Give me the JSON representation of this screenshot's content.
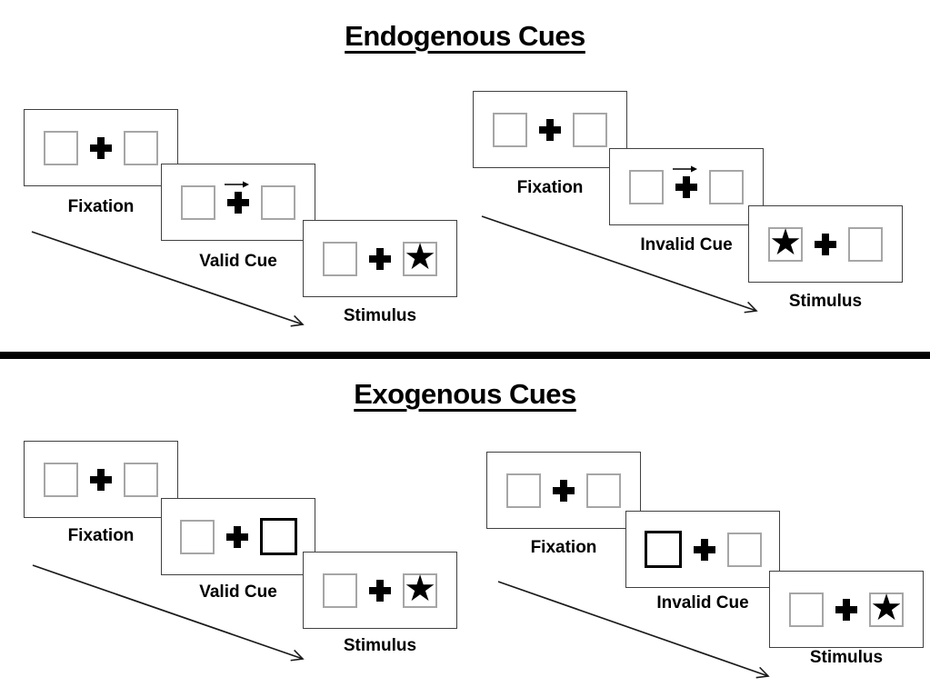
{
  "colors": {
    "background": "#ffffff",
    "ink": "#000000",
    "panel_border": "#404040",
    "square_border": "#a6a6a6",
    "cue_border": "#000000",
    "arrow": "#1a1a1a"
  },
  "glyphs": {
    "star": "★"
  },
  "sections": {
    "endogenous": {
      "title": "Endogenous Cues",
      "sequences": {
        "left": {
          "panels": [
            {
              "label": "Fixation",
              "cue": "none",
              "star": "none"
            },
            {
              "label": "Valid Cue",
              "cue": "arrow-right",
              "star": "none"
            },
            {
              "label": "Stimulus",
              "cue": "none",
              "star": "right"
            }
          ]
        },
        "right": {
          "panels": [
            {
              "label": "Fixation",
              "cue": "none",
              "star": "none"
            },
            {
              "label": "Invalid Cue",
              "cue": "arrow-right",
              "star": "none"
            },
            {
              "label": "Stimulus",
              "cue": "none",
              "star": "left"
            }
          ]
        }
      }
    },
    "exogenous": {
      "title": "Exogenous Cues",
      "sequences": {
        "left": {
          "panels": [
            {
              "label": "Fixation",
              "cue": "none",
              "star": "none"
            },
            {
              "label": "Valid Cue",
              "cue": "box-right",
              "star": "none"
            },
            {
              "label": "Stimulus",
              "cue": "none",
              "star": "right"
            }
          ]
        },
        "right": {
          "panels": [
            {
              "label": "Fixation",
              "cue": "none",
              "star": "none"
            },
            {
              "label": "Invalid Cue",
              "cue": "box-left",
              "star": "none"
            },
            {
              "label": "Stimulus",
              "cue": "none",
              "star": "right"
            }
          ]
        }
      }
    }
  }
}
